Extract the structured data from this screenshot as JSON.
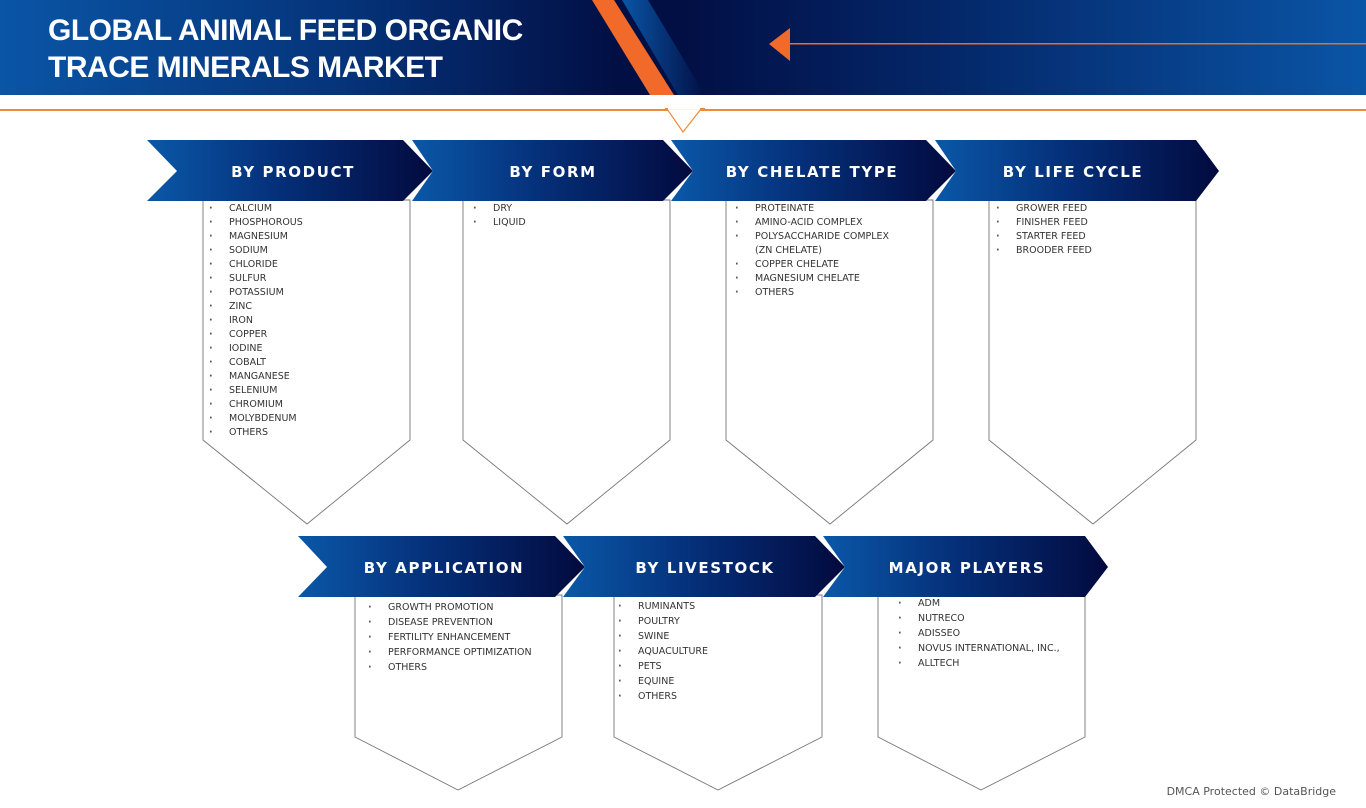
{
  "header": {
    "title_line1": "GLOBAL ANIMAL FEED ORGANIC",
    "title_line2": "TRACE MINERALS MARKET"
  },
  "colors": {
    "brand_blue": "#0a55a6",
    "navy": "#020f45",
    "accent_orange": "#f26a2a",
    "line_orange": "#f0893a"
  },
  "segments_row1": [
    {
      "label": "BY PRODUCT",
      "items": [
        "CALCIUM",
        "PHOSPHOROUS",
        "MAGNESIUM",
        "SODIUM",
        "CHLORIDE",
        "SULFUR",
        "POTASSIUM",
        "ZINC",
        "IRON",
        "COPPER",
        "IODINE",
        "COBALT",
        "MANGANESE",
        "SELENIUM",
        "CHROMIUM",
        "MOLYBDENUM",
        "OTHERS"
      ]
    },
    {
      "label": "BY FORM",
      "items": [
        "DRY",
        "LIQUID"
      ]
    },
    {
      "label": "BY CHELATE TYPE",
      "items": [
        "PROTEINATE",
        "AMINO-ACID COMPLEX",
        "POLYSACCHARIDE COMPLEX",
        "(ZN CHELATE)",
        "COPPER CHELATE",
        "MAGNESIUM CHELATE",
        "OTHERS"
      ]
    },
    {
      "label": "BY LIFE CYCLE",
      "items": [
        "GROWER FEED",
        "FINISHER FEED",
        "STARTER FEED",
        "BROODER FEED"
      ]
    }
  ],
  "segments_row2": [
    {
      "label": "BY APPLICATION",
      "items": [
        "GROWTH PROMOTION",
        "DISEASE PREVENTION",
        "FERTILITY ENHANCEMENT",
        "PERFORMANCE OPTIMIZATION",
        "OTHERS"
      ]
    },
    {
      "label": "BY LIVESTOCK",
      "items": [
        "RUMINANTS",
        "POULTRY",
        "SWINE",
        "AQUACULTURE",
        "PETS",
        "EQUINE",
        "OTHERS"
      ]
    },
    {
      "label": "MAJOR PLAYERS",
      "items": [
        "ADM",
        "NUTRECO",
        "ADISSEO",
        "NOVUS INTERNATIONAL, INC.,",
        "ALLTECH"
      ]
    }
  ],
  "footer": {
    "text": "DMCA Protected © DataBridge"
  }
}
